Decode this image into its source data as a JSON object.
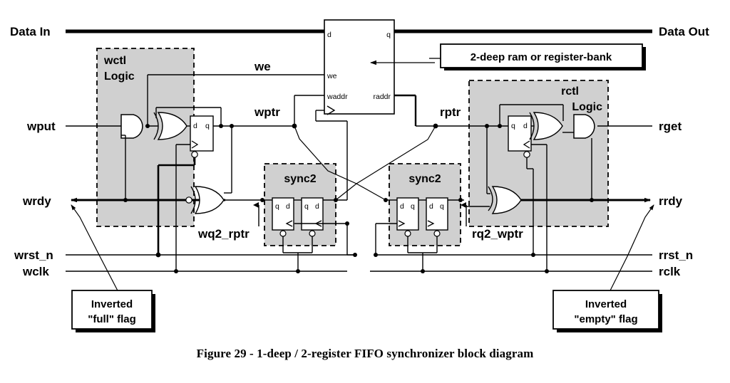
{
  "figure": {
    "caption": "Figure 29 - 1-deep / 2-register FIFO synchronizer block diagram",
    "colors": {
      "block_fill": "#d0d0d0",
      "line": "#000000",
      "background": "#ffffff",
      "shadow": "#000000"
    }
  },
  "io_labels": {
    "data_in": "Data In",
    "data_out": "Data Out",
    "wput": "wput",
    "wrdy": "wrdy",
    "wrst_n": "wrst_n",
    "wclk": "wclk",
    "rget": "rget",
    "rrdy": "rrdy",
    "rrst_n": "rrst_n",
    "rclk": "rclk"
  },
  "internal_signals": {
    "we": "we",
    "wptr": "wptr",
    "rptr": "rptr",
    "wq2_rptr": "wq2_rptr",
    "rq2_wptr": "rq2_wptr"
  },
  "blocks": {
    "wctl": {
      "line1": "wctl",
      "line2": "Logic"
    },
    "rctl": {
      "line1": "rctl",
      "line2": "Logic"
    },
    "sync2_left": {
      "title": "sync2"
    },
    "sync2_right": {
      "title": "sync2"
    },
    "ram": {
      "pins": {
        "d": "d",
        "q": "q",
        "we": "we",
        "waddr": "waddr",
        "raddr": "raddr"
      }
    }
  },
  "flipflops": {
    "wctl_ff": {
      "left_pin": "d",
      "right_pin": "q"
    },
    "rctl_ff": {
      "left_pin": "q",
      "right_pin": "d"
    },
    "sync2_left_ff1": {
      "left_pin": "q",
      "right_pin": "d"
    },
    "sync2_left_ff2": {
      "left_pin": "q",
      "right_pin": "d"
    },
    "sync2_right_ff1": {
      "left_pin": "d",
      "right_pin": "q"
    },
    "sync2_right_ff2": {
      "left_pin": "d",
      "right_pin": "q"
    }
  },
  "callouts": {
    "ram_note": {
      "text": "2-deep ram or register-bank"
    },
    "full_flag": {
      "line1": "Inverted",
      "line2": "\"full\" flag"
    },
    "empty_flag": {
      "line1": "Inverted",
      "line2": "\"empty\" flag"
    }
  }
}
